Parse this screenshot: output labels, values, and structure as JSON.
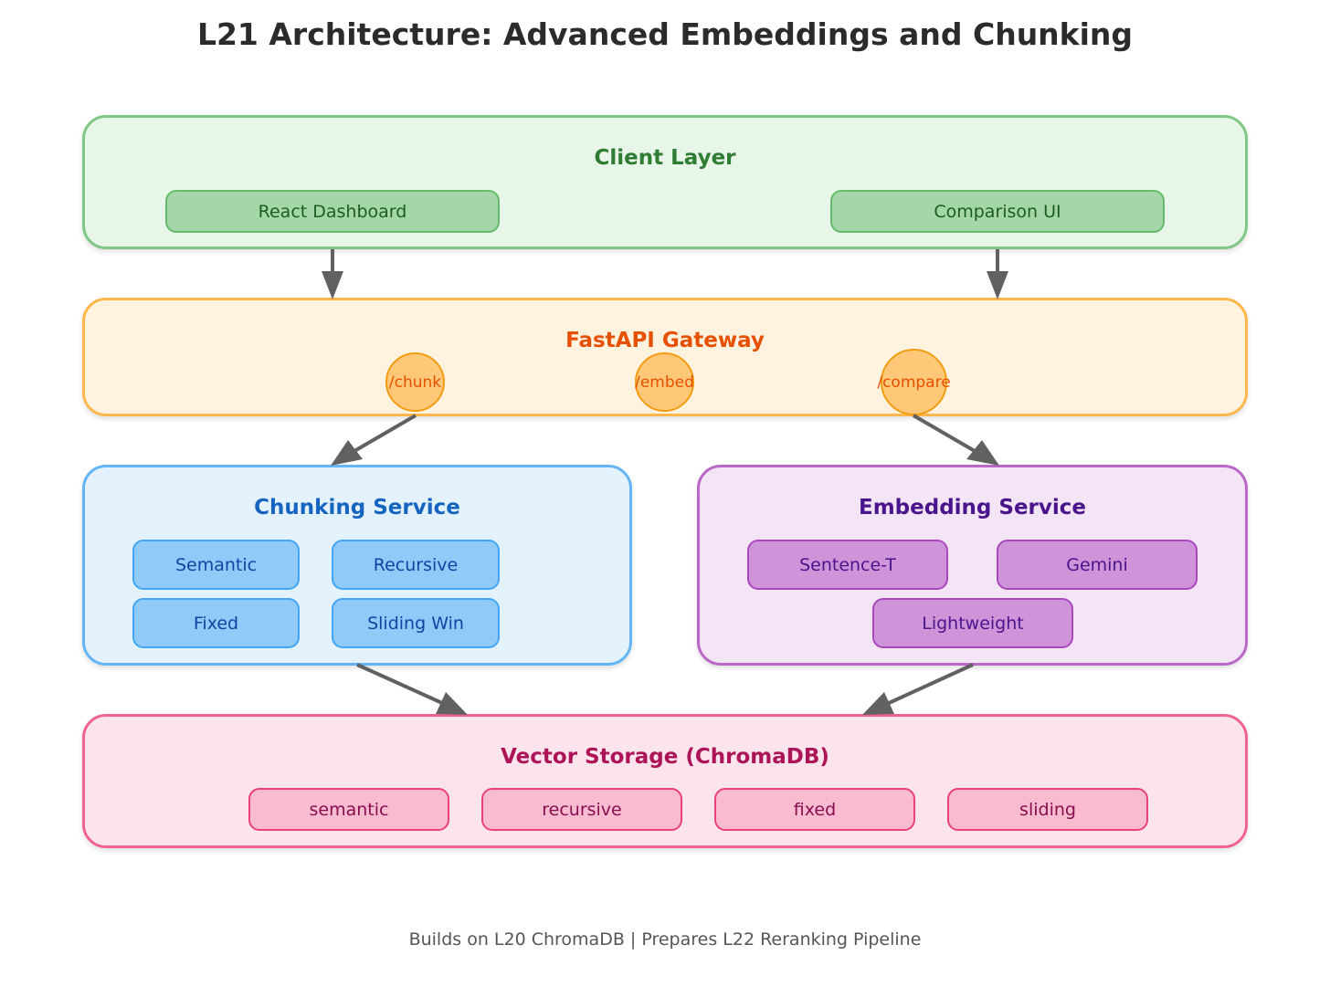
{
  "title": "L21 Architecture: Advanced Embeddings and Chunking",
  "client": {
    "title": "Client Layer",
    "items": [
      "React Dashboard",
      "Comparison UI"
    ]
  },
  "gateway": {
    "title": "FastAPI Gateway",
    "endpoints": [
      "/chunk",
      "/embed",
      "/compare"
    ]
  },
  "chunking": {
    "title": "Chunking Service",
    "items": [
      "Semantic",
      "Recursive",
      "Fixed",
      "Sliding Win"
    ]
  },
  "embedding": {
    "title": "Embedding Service",
    "items": [
      "Sentence-T",
      "Gemini",
      "Lightweight"
    ]
  },
  "storage": {
    "title": "Vector Storage (ChromaDB)",
    "items": [
      "semantic",
      "recursive",
      "fixed",
      "sliding"
    ]
  },
  "footer": "Builds on L20 ChromaDB | Prepares L22 Reranking Pipeline",
  "colors": {
    "client": "#4caf50",
    "gateway": "#ffa726",
    "chunking": "#42a5f5",
    "embedding": "#ab47bc",
    "storage": "#e91e63",
    "arrow": "#616161"
  }
}
